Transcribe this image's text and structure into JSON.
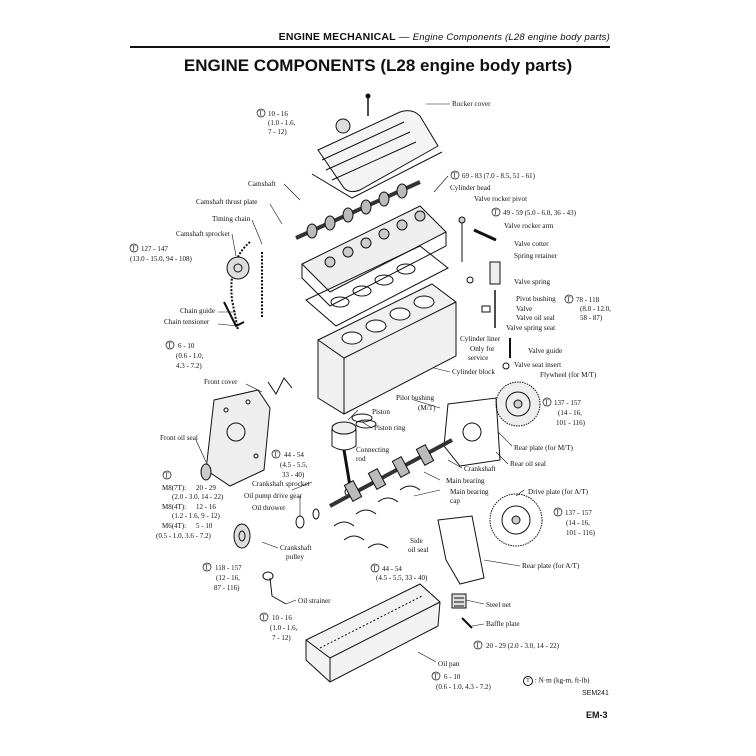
{
  "header": {
    "section": "ENGINE MECHANICAL",
    "separator": "—",
    "subsection": "Engine Components (L28 engine body parts)"
  },
  "title": "ENGINE COMPONENTS (L28 engine body parts)",
  "torque_symbol": "T",
  "legend_text": ": N·m (kg-m, ft-lb)",
  "figure_code": "SEM241",
  "page_number": "EM-3",
  "labels": {
    "rocker_cover": "Rocker cover",
    "camshaft": "Camshaft",
    "cylinder_head": "Cylinder head",
    "camshaft_thrust_plate": "Camshaft thrust plate",
    "valve_rocker_pivot": "Valve rocker pivot",
    "timing_chain": "Timing chain",
    "camshaft_sprocket": "Camshaft sprocket",
    "valve_rocker_arm": "Valve rocker arm",
    "valve_cotter": "Valve cotter",
    "spring_retainer": "Spring retainer",
    "valve_spring": "Valve spring",
    "pivot_bushing": "Pivot bushing",
    "valve": "Valve",
    "valve_oil_seal": "Valve oil seal",
    "valve_spring_seat": "Valve spring seat",
    "chain_guide": "Chain guide",
    "chain_tensioner": "Chain tensioner",
    "cylinder_liner": "Cylinder liner",
    "only_for": "Only for",
    "service": "service",
    "valve_guide": "Valve guide",
    "valve_seat_insert": "Valve seat insert",
    "cylinder_block": "Cylinder block",
    "flywheel": "Flywheel (for M/T)",
    "front_cover": "Front cover",
    "pilot_bushing": "Pilot bushing",
    "pilot_bushing_mt": "(M/T)",
    "piston": "Piston",
    "piston_ring": "Piston ring",
    "front_oil_seal": "Front oil seal",
    "connecting": "Connecting",
    "rod": "rod",
    "rear_plate_mt": "Rear plate (for M/T)",
    "rear_oil_seal": "Rear oil seal",
    "crankshaft": "Crankshaft",
    "crankshaft_sprocket": "Crankshaft sprocket",
    "oil_pump_drive_gear": "Oil pump drive gear",
    "main_bearing": "Main bearing",
    "main_bearing_cap_1": "Main bearing",
    "main_bearing_cap_2": "cap",
    "drive_plate": "Drive plate (for A/T)",
    "oil_thrower": "Oil thrower",
    "side": "Side",
    "oil_seal": "oil seal",
    "crankshaft_pulley_1": "Crankshaft",
    "crankshaft_pulley_2": "pulley",
    "rear_plate_at": "Rear plate (for A/T)",
    "oil_strainer": "Oil strainer",
    "steel_net": "Steel net",
    "baffle_plate": "Baffle plate",
    "oil_pan": "Oil pan"
  },
  "torques": {
    "t_10_16_top": [
      "10 - 16",
      "(1.0 - 1.6,",
      "7 - 12)"
    ],
    "t_69_83": [
      "69 - 83 (7.0 - 8.5, 51 - 61)"
    ],
    "t_49_59": [
      "49 - 59 (5.0 - 6.0, 36 - 43)"
    ],
    "t_127_147": [
      "127 - 147",
      "(13.0 - 15.0, 94 - 108)"
    ],
    "t_78_118": [
      "78 - 118",
      "(8.0 - 12.0,",
      "58 - 87)"
    ],
    "t_6_10_left": [
      "6 - 10",
      "(0.6 - 1.0,",
      "4.3 - 7.2)"
    ],
    "t_137_157_mt": [
      "137 - 157",
      "(14 - 16,",
      "101 - 116)"
    ],
    "t_44_54_rod": [
      "44 - 54",
      "(4.5 - 5.5,",
      "33 - 40)"
    ],
    "m8_7t": [
      "M8(7T):",
      "20 - 29",
      "(2.0 - 3.0, 14 - 22)"
    ],
    "m8_4t": [
      "M8(4T):",
      "12 - 16",
      "(1.2 - 1.6, 9 - 12)"
    ],
    "m6_4t": [
      "M6(4T):",
      "5 - 10",
      "(0.5 - 1.0, 3.6 - 7.2)"
    ],
    "t_137_157_at": [
      "137 - 157",
      "(14 - 16,",
      "101 - 116)"
    ],
    "t_44_54_cap": [
      "44 - 54",
      "(4.5 - 5.5, 33 - 40)"
    ],
    "t_118_157": [
      "118 - 157",
      "(12 - 16,",
      "87 - 116)"
    ],
    "t_10_16_bottom": [
      "10 - 16",
      "(1.0 - 1.6,",
      "7 - 12)"
    ],
    "t_20_29": [
      "20 - 29 (2.0 - 3.0, 14 - 22)"
    ],
    "t_6_10_bottom": [
      "6 - 10",
      "(0.6 - 1.0, 4.3 - 7.2)"
    ]
  }
}
